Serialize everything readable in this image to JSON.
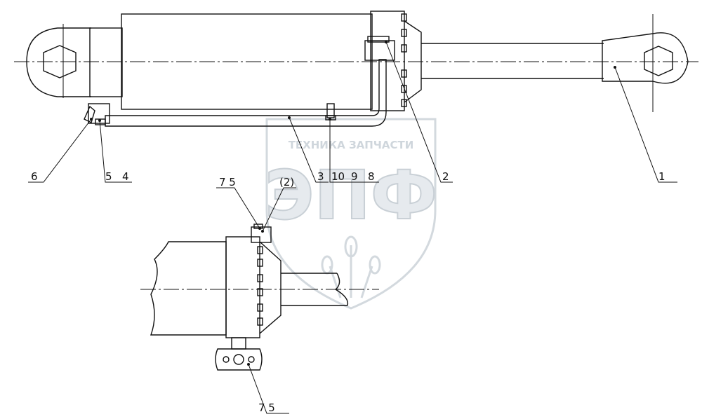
{
  "watermark": {
    "brand_text": "ТЕХНИКА  ЗАПЧАСТИ",
    "logo_letters": "ЭПФ"
  },
  "callouts": {
    "c1": "1",
    "c2": "2",
    "c3": "3",
    "c4": "4",
    "c5a": "5",
    "c6": "6",
    "c7_5_top": "7  5",
    "c2_paren": "(2)",
    "c10": "10",
    "c9": "9",
    "c8": "8",
    "c7_5_bottom": "7  5"
  },
  "colors": {
    "line": "#111111",
    "watermark": "#d3d9de"
  }
}
